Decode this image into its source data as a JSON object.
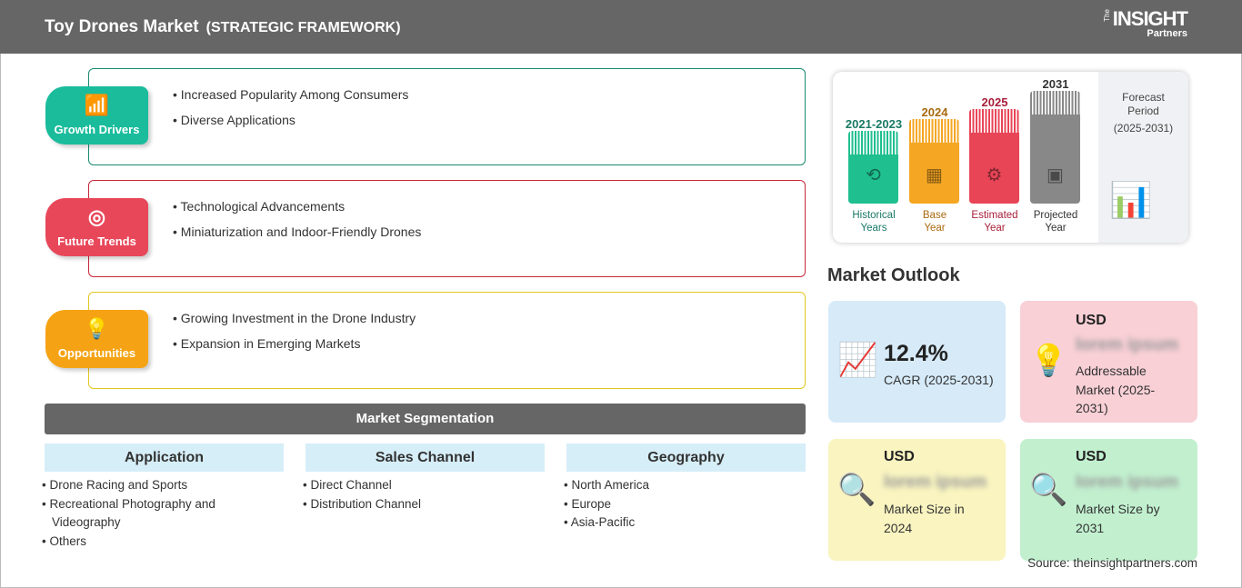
{
  "header": {
    "title": "Toy Drones Market",
    "subtitle": "(STRATEGIC FRAMEWORK)",
    "logo": {
      "the": "The",
      "insight": "INSIGHT",
      "partners": "Partners"
    }
  },
  "framework": [
    {
      "label": "Growth Drivers",
      "icon": "growth-chart-icon",
      "color": "#1abc9c",
      "items": [
        "Increased Popularity Among Consumers",
        "Diverse Applications"
      ]
    },
    {
      "label": "Future Trends",
      "icon": "target-icon",
      "color": "#e8475a",
      "items": [
        "Technological Advancements",
        "Miniaturization and Indoor-Friendly Drones"
      ]
    },
    {
      "label": "Opportunities",
      "icon": "lightbulb-hand-icon",
      "color": "#f5a314",
      "items": [
        "Growing Investment in the Drone Industry",
        "Expansion in Emerging Markets"
      ]
    }
  ],
  "segmentation": {
    "title": "Market Segmentation",
    "columns": [
      {
        "header": "Application",
        "items": [
          "Drone Racing and Sports",
          "Recreational Photography and Videography",
          "Others"
        ]
      },
      {
        "header": "Sales Channel",
        "items": [
          "Direct Channel",
          "Distribution Channel"
        ]
      },
      {
        "header": "Geography",
        "items": [
          "North America",
          "Europe",
          "Asia-Pacific"
        ]
      }
    ]
  },
  "timeline": [
    {
      "year": "2021-2023",
      "label1": "Historical",
      "label2": "Years",
      "color": "#1fbf8f",
      "textcolor": "#1a7a66",
      "icon": "history-clock-icon"
    },
    {
      "year": "2024",
      "label1": "Base",
      "label2": "Year",
      "color": "#f5a623",
      "textcolor": "#a86a10",
      "icon": "calendar-icon"
    },
    {
      "year": "2025",
      "label1": "Estimated",
      "label2": "Year",
      "color": "#e84557",
      "textcolor": "#a8203a",
      "icon": "monitor-gear-icon"
    },
    {
      "year": "2031",
      "label1": "Projected",
      "label2": "Year",
      "color": "#888888",
      "textcolor": "#333333",
      "icon": "presentation-icon"
    }
  ],
  "forecast": {
    "line1": "Forecast",
    "line2": "Period",
    "range": "(2025-2031)"
  },
  "outlook": {
    "title": "Market Outlook",
    "cagr": {
      "value": "12.4%",
      "label": "CAGR (2025-2031)"
    },
    "addressable": {
      "usd": "USD",
      "value": "lorem ipsum",
      "label": "Addressable Market (2025-2031)"
    },
    "size2024": {
      "usd": "USD",
      "value": "lorem ipsum",
      "label": "Market Size in 2024"
    },
    "size2031": {
      "usd": "USD",
      "value": "lorem ipsum",
      "label": "Market Size by 2031"
    }
  },
  "source": "Source: theinsightpartners.com"
}
